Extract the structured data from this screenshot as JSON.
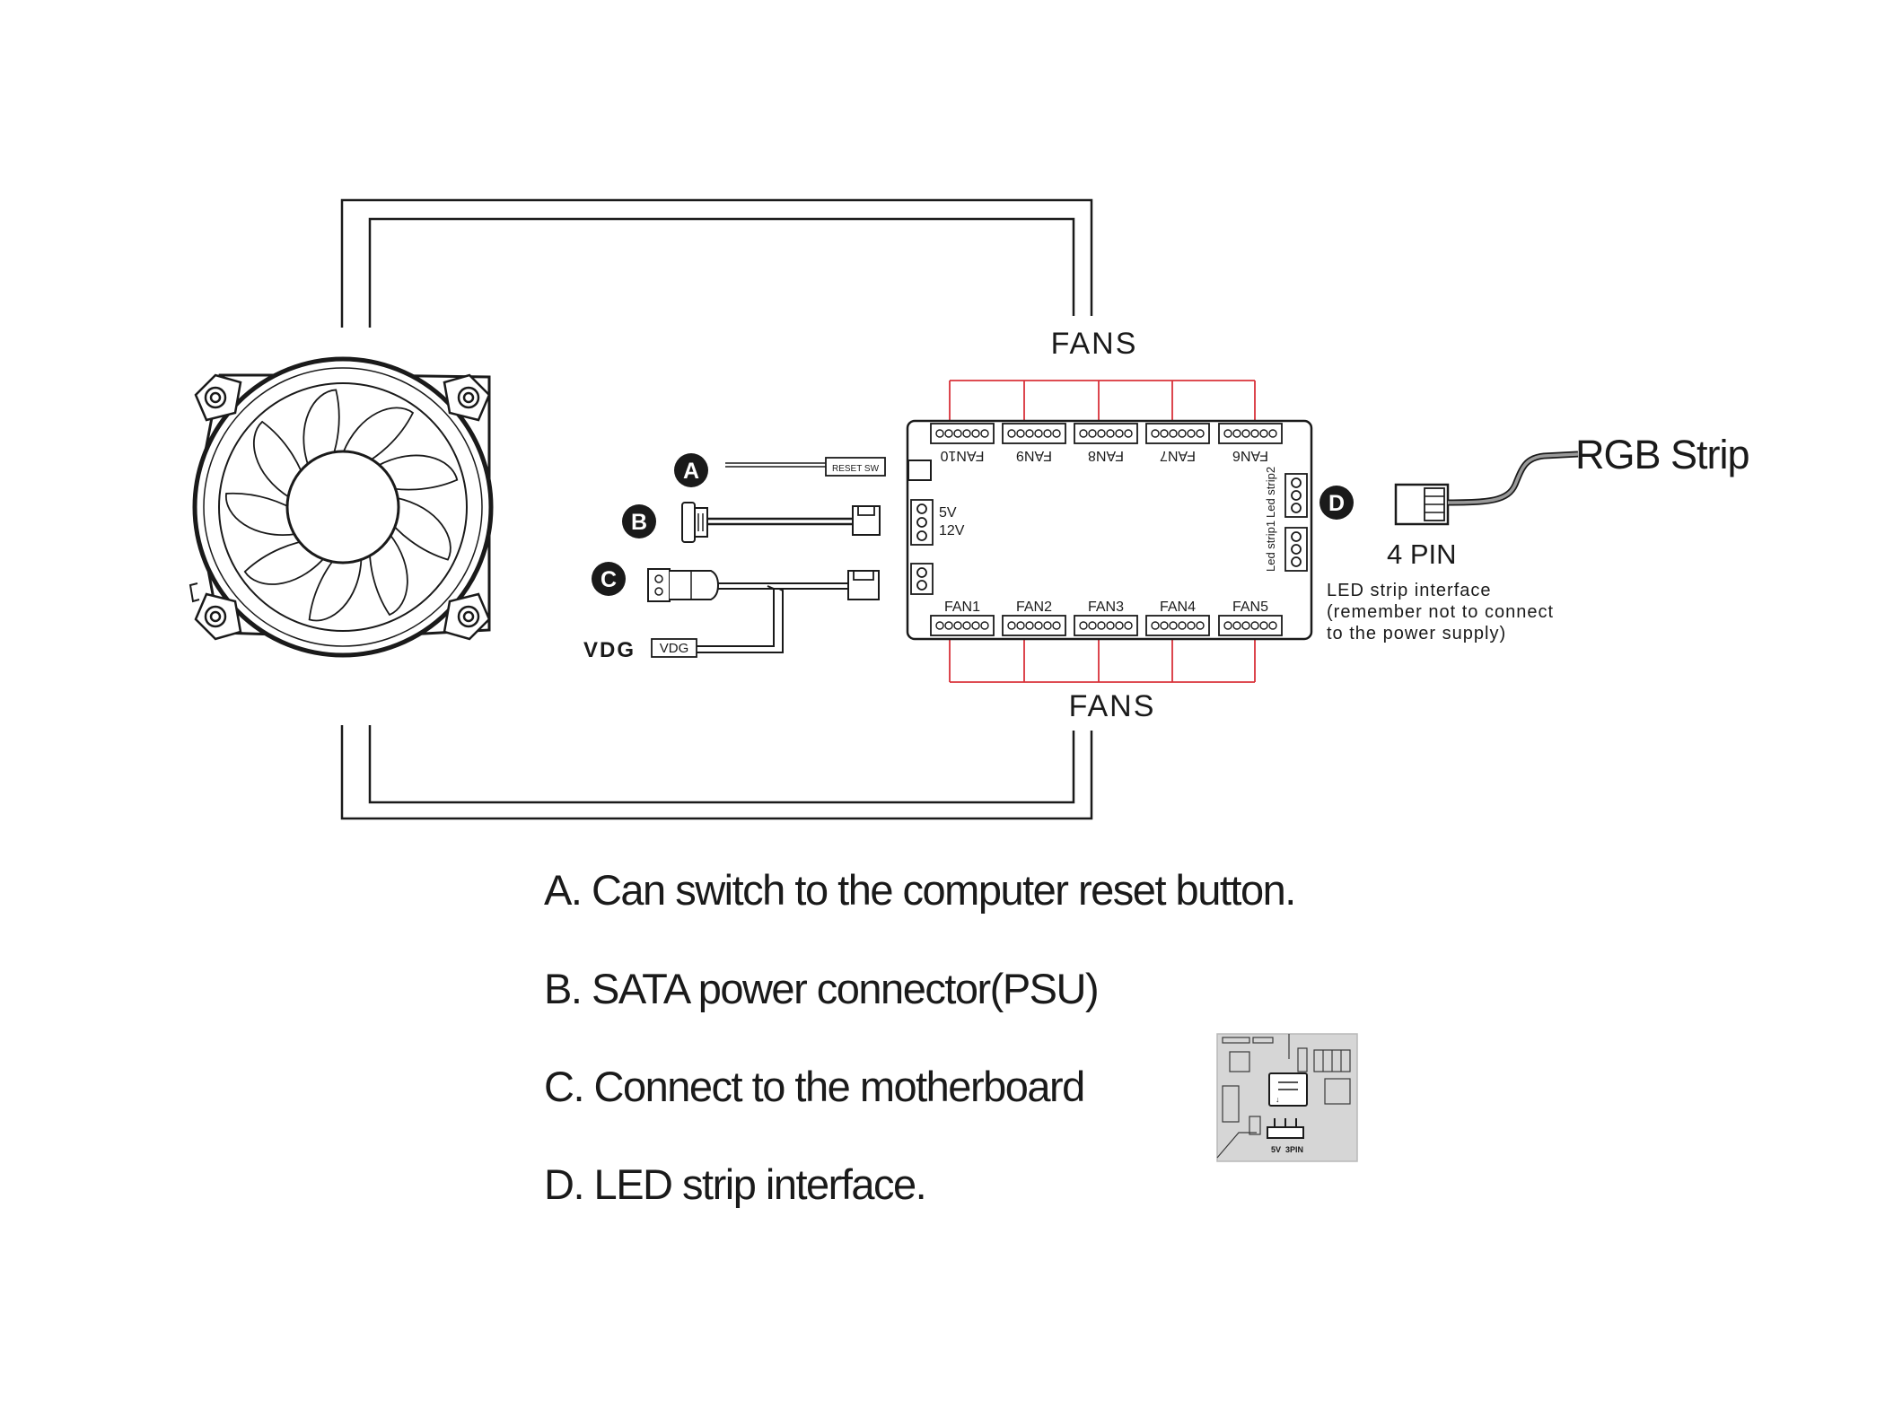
{
  "diagram": {
    "fans_label_top": "FANS",
    "fans_label_bottom": "FANS",
    "hub": {
      "top_ports": [
        "FAN10",
        "FAN9",
        "FAN8",
        "FAN7",
        "FAN6"
      ],
      "bottom_ports": [
        "FAN1",
        "FAN2",
        "FAN3",
        "FAN4",
        "FAN5"
      ],
      "voltage_5v": "5V",
      "voltage_12v": "12V",
      "led_strip_2": "Led strip2",
      "led_strip_1": "Led strip1"
    },
    "markers": {
      "a": "A",
      "b": "B",
      "c": "C",
      "d": "D"
    },
    "reset_sw_label": "RESET SW",
    "vdg_label": "VDG",
    "vdg_box_label": "VDG",
    "rgb_strip_label": "RGB Strip",
    "four_pin_label": "4 PIN",
    "led_interface_note": [
      "LED strip interface",
      "(remember not to connect",
      "to the power supply)"
    ],
    "inset": {
      "caption": "5V  3PIN"
    },
    "colors": {
      "fan_wire": "#d9323a",
      "ink": "#1a1a1a",
      "inset_bg": "#d6d6d6"
    }
  },
  "legend": {
    "a": "A. Can switch to the computer reset button.",
    "b": "B. SATA power connector(PSU)",
    "c": "C. Connect to the motherboard",
    "d": "D. LED strip interface."
  }
}
